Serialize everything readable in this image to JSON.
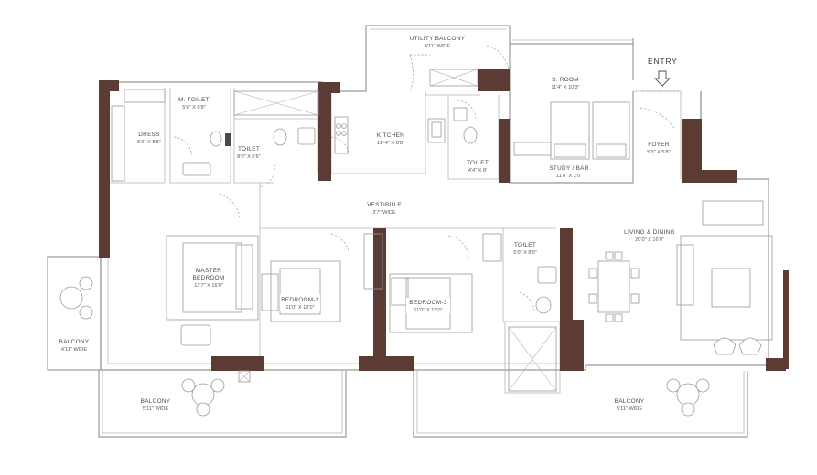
{
  "entry_label": "ENTRY",
  "rooms": {
    "utility_balcony": {
      "name": "UTILITY BALCONY",
      "dim": "4'11\" WIDE"
    },
    "s_room": {
      "name": "S. ROOM",
      "dim": "11'4\" X 10'3\""
    },
    "m_toilet": {
      "name": "M. TOILET",
      "dim": "5'6\" X 8'8\""
    },
    "dress": {
      "name": "DRESS",
      "dim": "5'6\" X 8'8\""
    },
    "toilet_1": {
      "name": "TOILET",
      "dim": "8'0\" X 5'6\""
    },
    "kitchen": {
      "name": "KITCHEN",
      "dim": "11'-4\" X 8'8\""
    },
    "toilet_2": {
      "name": "TOILET",
      "dim": "4'4\" X 8'"
    },
    "study_bar": {
      "name": "STUDY / BAR",
      "dim": "11'8\" X 2'0\""
    },
    "foyer": {
      "name": "FOYER",
      "dim": "5'3\" X 5'8\""
    },
    "vestibule": {
      "name": "VESTIBULE",
      "dim": "3'7\" WIDE"
    },
    "living_dining": {
      "name": "LIVING & DINING",
      "dim": "20'0\" X 16'0\""
    },
    "toilet_3": {
      "name": "TOILET",
      "dim": "5'0\" X 8'0\""
    },
    "master_bedroom": {
      "name": "MASTER",
      "name2": "BEDROOM",
      "dim": "13'7\" X 16'0\""
    },
    "bedroom_2": {
      "name": "BEDROOM-2",
      "dim": "11'0\" X 12'0\""
    },
    "bedroom_3": {
      "name": "BEDROOM-3",
      "dim": "11'0\" X 12'0\""
    },
    "balcony_left": {
      "name": "BALCONY",
      "dim": "4'11\" WIDE"
    },
    "balcony_mid": {
      "name": "BALCONY",
      "dim": "5'11\" WIDE"
    },
    "balcony_right": {
      "name": "BALCONY",
      "dim": "5'11\" WIDE"
    }
  },
  "colors": {
    "structural_wall": "#5b3b33",
    "wall_line": "#9a9a9a"
  }
}
